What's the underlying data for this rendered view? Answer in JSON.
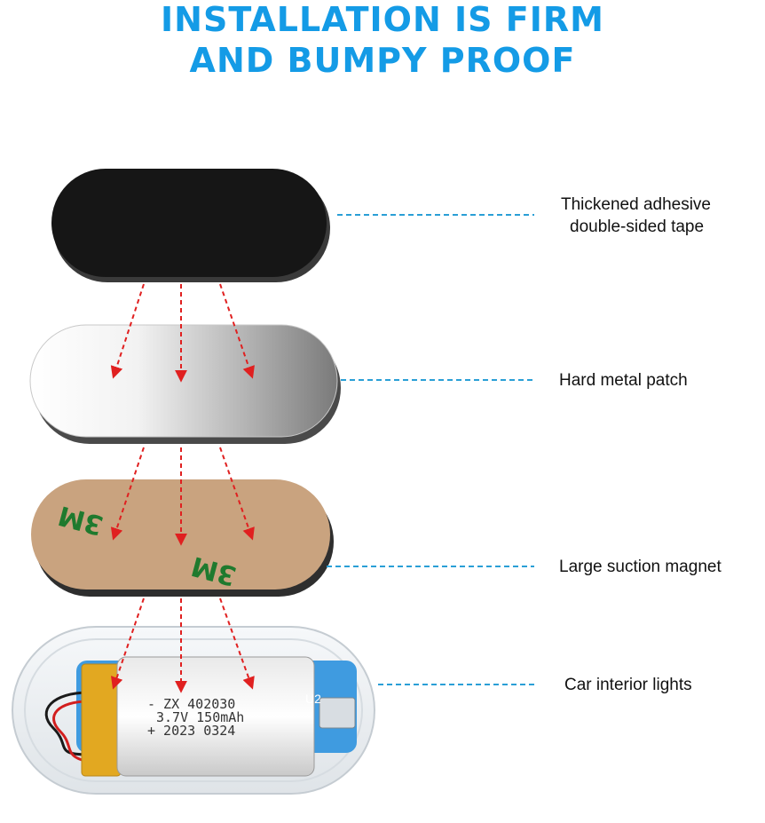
{
  "headline": {
    "line1": "INSTALLATION IS FIRM",
    "line2": "AND BUMPY PROOF"
  },
  "colors": {
    "headline": "#149be6",
    "arrow": "#e02020",
    "leader": "#2a9fd6"
  },
  "layers": [
    {
      "name": "tape",
      "label_line1": "Thickened adhesive",
      "label_line2": "double-sided tape"
    },
    {
      "name": "metal",
      "label": "Hard metal patch"
    },
    {
      "name": "magnet",
      "label": "Large suction magnet",
      "brand_marks": [
        "3M",
        "3M"
      ]
    },
    {
      "name": "light",
      "label": "Car interior lights"
    }
  ],
  "battery": {
    "line1": "- ZX 402030",
    "line2": "3.7V 150mAh",
    "line3": "+ 2023 0324",
    "board_label": "U2"
  }
}
